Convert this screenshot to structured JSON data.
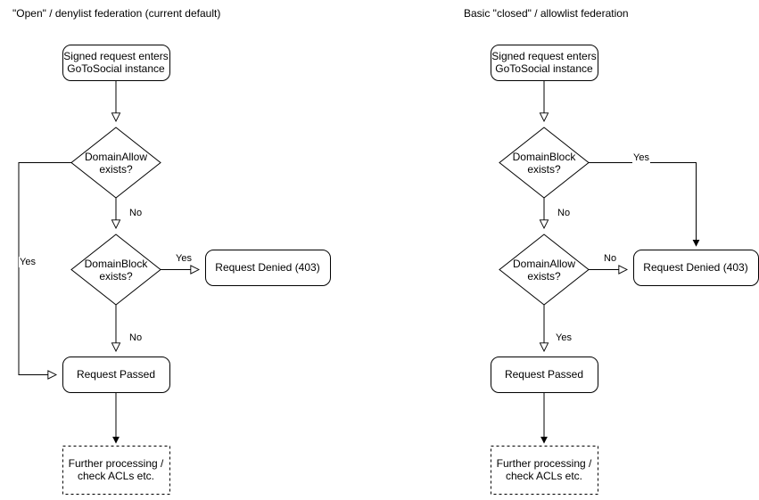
{
  "diagram": {
    "title_left": "\"Open\" / denylist federation (current default)",
    "title_right": "Basic \"closed\" / allowlist federation",
    "stroke_color": "#000000",
    "background_color": "#ffffff",
    "text_color": "#000000"
  },
  "left_flow": {
    "nodes": {
      "start": "Signed request enters\nGoToSocial instance",
      "decision_1": "DomainAllow\nexists?",
      "decision_2": "DomainBlock\nexists?",
      "denied": "Request Denied (403)",
      "passed": "Request Passed",
      "further": "Further processing /\ncheck ACLs etc."
    },
    "edge_labels": {
      "allow_yes": "Yes",
      "allow_no": "No",
      "block_yes": "Yes",
      "block_no": "No"
    }
  },
  "right_flow": {
    "nodes": {
      "start": "Signed request enters\nGoToSocial instance",
      "decision_1": "DomainBlock\nexists?",
      "decision_2": "DomainAllow\nexists?",
      "denied": "Request Denied (403)",
      "passed": "Request Passed",
      "further": "Further processing /\ncheck ACLs etc."
    },
    "edge_labels": {
      "block_yes": "Yes",
      "block_no": "No",
      "allow_no": "No",
      "allow_yes": "Yes"
    }
  }
}
